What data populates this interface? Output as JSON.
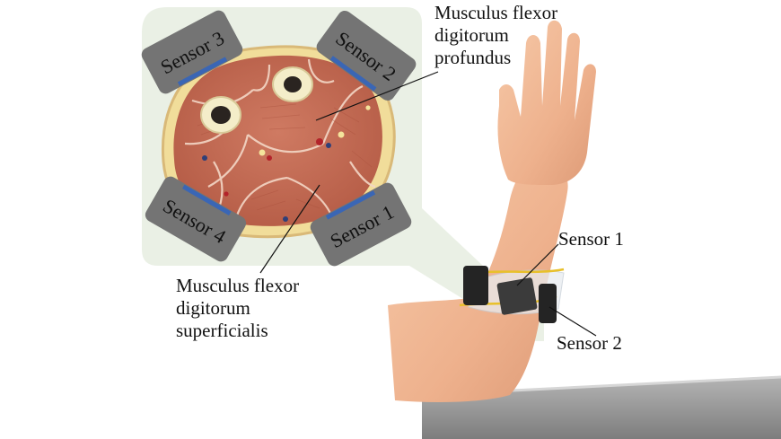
{
  "cross_section": {
    "sensor_labels": [
      "Sensor 3",
      "Sensor 2",
      "Sensor 1",
      "Sensor 4"
    ],
    "callouts": {
      "profundus": [
        "Musculus flexor",
        "digitorum",
        "profundus"
      ],
      "superficialis": [
        "Musculus flexor",
        "digitorum",
        "superficialis"
      ]
    }
  },
  "arm": {
    "labels": [
      "Sensor 1",
      "Sensor 2"
    ]
  },
  "colors": {
    "panel": "#e6ede1",
    "sensor_pad": "#747474",
    "electrode": "#3a66b5",
    "muscle": "#c8705a",
    "fat": "#f1dd9a",
    "skin": "#efb896"
  }
}
